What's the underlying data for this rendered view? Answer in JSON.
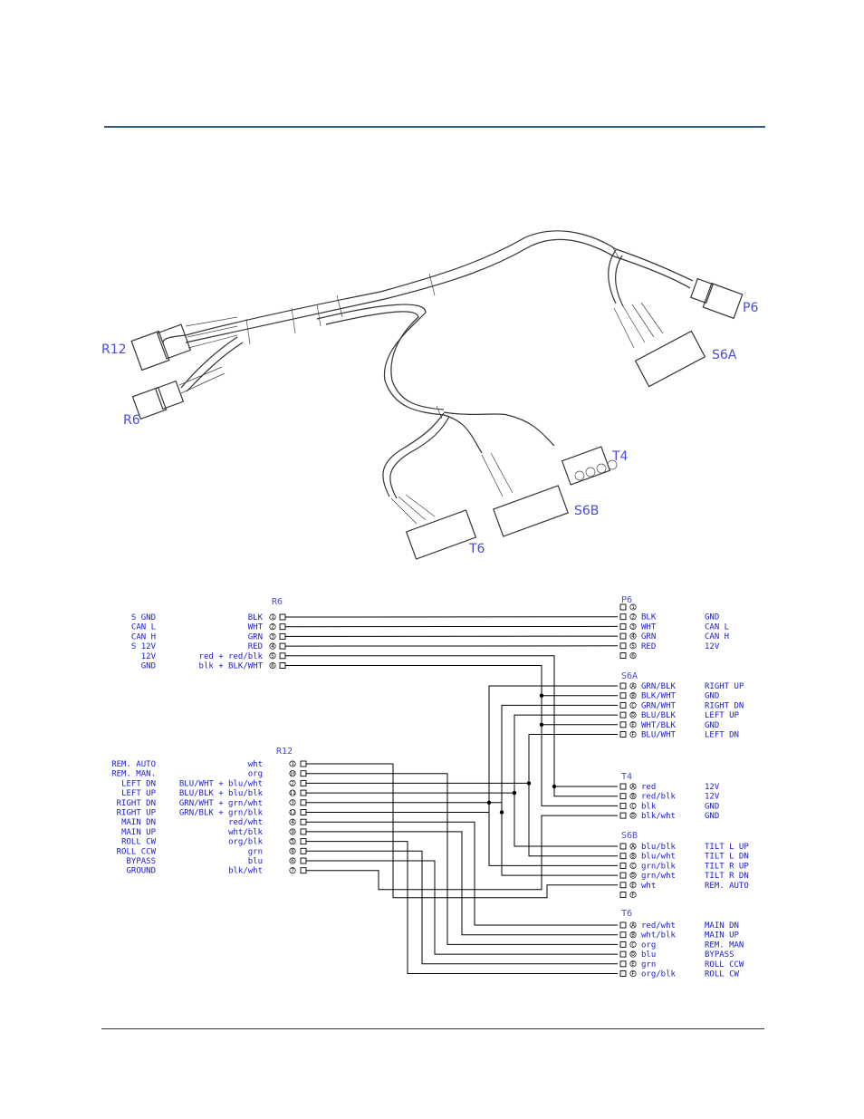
{
  "labels": {
    "R12": "R12",
    "R6": "R6",
    "P6": "P6",
    "S6A": "S6A",
    "S6B": "S6B",
    "T4": "T4",
    "T6": "T6"
  },
  "schematic": {
    "r6_header": "R6",
    "r12_header": "R12",
    "p6_header": "P6",
    "s6a_header": "S6A",
    "t4_header": "T4",
    "s6b_header": "S6B",
    "t6_header": "T6",
    "r6_rows": [
      {
        "func": "S GND",
        "wire": "BLK",
        "pin": "1"
      },
      {
        "func": "CAN L",
        "wire": "WHT",
        "pin": "2"
      },
      {
        "func": "CAN H",
        "wire": "GRN",
        "pin": "3"
      },
      {
        "func": "S 12V",
        "wire": "RED",
        "pin": "4"
      },
      {
        "func": "12V",
        "wire": "red + red/blk",
        "pin": "5"
      },
      {
        "func": "GND",
        "wire": "blk + BLK/WHT",
        "pin": "6"
      }
    ],
    "r12_rows": [
      {
        "func": "REM. AUTO",
        "wire": "wht",
        "pin": "1"
      },
      {
        "func": "REM. MAN.",
        "wire": "org",
        "pin": "10"
      },
      {
        "func": "LEFT DN",
        "wire": "BLU/WHT + blu/wht",
        "pin": "2"
      },
      {
        "func": "LEFT UP",
        "wire": "BLU/BLK + blu/blk",
        "pin": "11"
      },
      {
        "func": "RIGHT DN",
        "wire": "GRN/WHT + grn/wht",
        "pin": "3"
      },
      {
        "func": "RIGHT UP",
        "wire": "GRN/BLK + grn/blk",
        "pin": "12"
      },
      {
        "func": "MAIN DN",
        "wire": "red/wht",
        "pin": "4"
      },
      {
        "func": "MAIN UP",
        "wire": "wht/blk",
        "pin": "9"
      },
      {
        "func": "ROLL CW",
        "wire": "org/blk",
        "pin": "5"
      },
      {
        "func": "ROLL CCW",
        "wire": "grn",
        "pin": "8"
      },
      {
        "func": "BYPASS",
        "wire": "blu",
        "pin": "6"
      },
      {
        "func": "GROUND",
        "wire": "blk/wht",
        "pin": "7"
      }
    ],
    "p6_rows": [
      {
        "pin": "1",
        "wire": "",
        "func": ""
      },
      {
        "pin": "2",
        "wire": "BLK",
        "func": "GND"
      },
      {
        "pin": "3",
        "wire": "WHT",
        "func": "CAN L"
      },
      {
        "pin": "4",
        "wire": "GRN",
        "func": "CAN H"
      },
      {
        "pin": "5",
        "wire": "RED",
        "func": "12V"
      },
      {
        "pin": "6",
        "wire": "",
        "func": ""
      }
    ],
    "s6a_rows": [
      {
        "pin": "A",
        "wire": "GRN/BLK",
        "func": "RIGHT UP"
      },
      {
        "pin": "B",
        "wire": "BLK/WHT",
        "func": "GND"
      },
      {
        "pin": "C",
        "wire": "GRN/WHT",
        "func": "RIGHT DN"
      },
      {
        "pin": "D",
        "wire": "BLU/BLK",
        "func": "LEFT UP"
      },
      {
        "pin": "E",
        "wire": "WHT/BLK",
        "func": "GND"
      },
      {
        "pin": "F",
        "wire": "BLU/WHT",
        "func": "LEFT DN"
      }
    ],
    "t4_rows": [
      {
        "pin": "A",
        "wire": "red",
        "func": "12V"
      },
      {
        "pin": "B",
        "wire": "red/blk",
        "func": "12V"
      },
      {
        "pin": "C",
        "wire": "blk",
        "func": "GND"
      },
      {
        "pin": "D",
        "wire": "blk/wht",
        "func": "GND"
      }
    ],
    "s6b_rows": [
      {
        "pin": "A",
        "wire": "blu/blk",
        "func": "TILT L UP"
      },
      {
        "pin": "B",
        "wire": "blu/wht",
        "func": "TILT L DN"
      },
      {
        "pin": "C",
        "wire": "grn/blk",
        "func": "TILT R UP"
      },
      {
        "pin": "D",
        "wire": "grn/wht",
        "func": "TILT R DN"
      },
      {
        "pin": "E",
        "wire": "wht",
        "func": "REM. AUTO"
      },
      {
        "pin": "F",
        "wire": "",
        "func": ""
      }
    ],
    "t6_rows": [
      {
        "pin": "A",
        "wire": "red/wht",
        "func": "MAIN DN"
      },
      {
        "pin": "B",
        "wire": "wht/blk",
        "func": "MAIN UP"
      },
      {
        "pin": "C",
        "wire": "org",
        "func": "REM. MAN"
      },
      {
        "pin": "D",
        "wire": "blu",
        "func": "BYPASS"
      },
      {
        "pin": "E",
        "wire": "grn",
        "func": "ROLL CCW"
      },
      {
        "pin": "F",
        "wire": "org/blk",
        "func": "ROLL CW"
      }
    ]
  }
}
